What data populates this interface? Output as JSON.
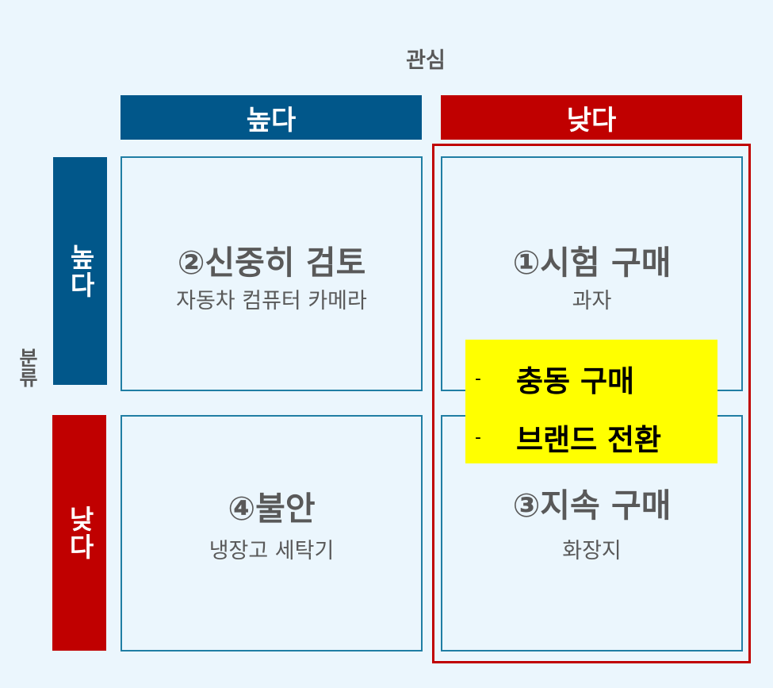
{
  "top_axis_label": "관심",
  "side_axis_label": "분류",
  "column_headers": {
    "high": "높다",
    "low": "낮다"
  },
  "row_headers": {
    "high": "높다",
    "low": "낮다"
  },
  "quadrants": {
    "q1": {
      "title": "①시험 구매",
      "example": "과자"
    },
    "q2": {
      "title": "②신중히 검토",
      "example": "자동차 컴퓨터 카메라"
    },
    "q3": {
      "title": "③지속 구매",
      "example": "화장지"
    },
    "q4": {
      "title": "④불안",
      "example": "냉장고 세탁기"
    }
  },
  "highlight": {
    "bullet": "-",
    "items": [
      "충동 구매",
      "브랜드 전환"
    ]
  },
  "colors": {
    "background": "#ebf6fd",
    "high_header": "#01578a",
    "low_header": "#c00000",
    "cell_border": "#207ea4",
    "highlight": "#ffff00",
    "text_gray": "#595959"
  }
}
